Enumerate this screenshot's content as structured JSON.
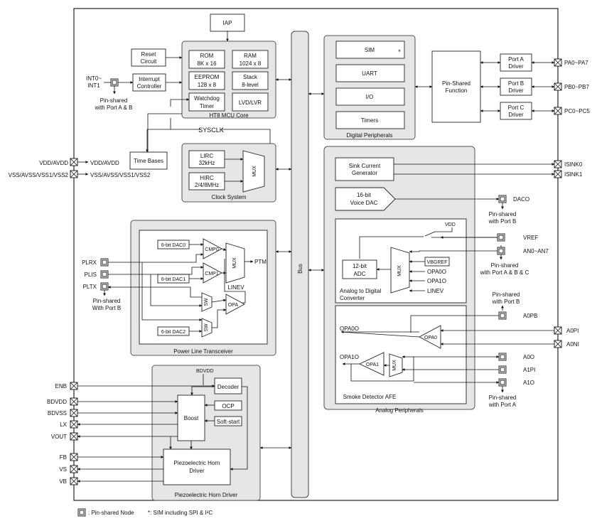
{
  "core": {
    "iap": "IAP",
    "rom": [
      "ROM",
      "8K x 16"
    ],
    "ram": [
      "RAM",
      "1024 x 8"
    ],
    "eeprom": [
      "EEPROM",
      "128 x 8"
    ],
    "stack": [
      "Stack",
      "8-level"
    ],
    "watchdog": [
      "Watchdog",
      "Timer"
    ],
    "lvd": "LVD/LVR",
    "title": "HT8 MCU Core"
  },
  "reset": [
    "Reset",
    "Circuit"
  ],
  "int": {
    "pins": [
      "INT0~",
      "INT1"
    ],
    "controller": [
      "Interrupt",
      "Controller"
    ],
    "note": [
      "Pin-shared",
      "with Port A & B"
    ]
  },
  "sysclk": "SYSCLK",
  "timebases": "Time Bases",
  "clock": {
    "lirc": [
      "LIRC",
      "32kHz"
    ],
    "hirc": [
      "HIRC",
      "2/4/8MHz"
    ],
    "mux": "MUX",
    "title": "Clock System"
  },
  "power": {
    "vdd_pin": "VDD/AVDD",
    "vss_pin": "VSS/AVSS/VSS1/VSS2",
    "vdd_lbl": "VDD/AVDD",
    "vss_lbl": "VSS/AVSS/VSS1/VSS2"
  },
  "bus": "Bus",
  "digital": {
    "sim": "SIM",
    "star": "*",
    "uart": "UART",
    "io": "I/O",
    "timers": "Timers",
    "title": "Digital Peripherals",
    "psf": [
      "Pin-Shared",
      "Function"
    ]
  },
  "ports": {
    "a": [
      "Port A",
      "Driver"
    ],
    "b": [
      "Port B",
      "Driver"
    ],
    "c": [
      "Port C",
      "Driver"
    ],
    "pa": "PA0~PA7",
    "pb": "PB0~PB7",
    "pc": "PC0~PC5"
  },
  "analog": {
    "sink": [
      "Sink Current",
      "Generator"
    ],
    "isink0": "ISINK0",
    "isink1": "ISINK1",
    "dac": [
      "16-bit",
      "Voice DAC"
    ],
    "daco": "DACO",
    "daco_note": [
      "Pin-shared",
      "with Port B"
    ],
    "vdd": "VDD",
    "vref": "VREF",
    "an": "AN0~AN7",
    "an_note": [
      "Pin-shared",
      "with Port A & B & C"
    ],
    "adc": [
      "12-bit",
      "ADC"
    ],
    "mux": "MUX",
    "vbgref": "VBGREF",
    "opa0o": "OPA0O",
    "opa1o": "OPA1O",
    "linev": "LINEV",
    "adc_title": [
      "Analog to Digital",
      "Converter"
    ],
    "a0pb_note": [
      "Pin-shared",
      "with Port B"
    ],
    "a0pb": "A0PB",
    "opa0o_out": "OPA0O",
    "opa0": "OPA0",
    "a0pi": "A0PI",
    "a0ni": "A0NI",
    "opa1o_out": "OPA1O",
    "opa1": "OPA1",
    "mux2": "MUX",
    "a0o": "A0O",
    "a1pi": "A1PI",
    "a1o": "A1O",
    "smoke": "Smoke Detector AFE",
    "porta_note": [
      "Pin-shared",
      "with Port A"
    ],
    "title": "Analog Peripherals"
  },
  "plt": {
    "dac0": "6-bit DAC0",
    "dac1": "6-bit DAC1",
    "dac2": "6-bit DAC2",
    "cmp0": "CMP0",
    "cmp1": "CMP1",
    "mux": "MUX",
    "ptm": "PTM",
    "linev": "LINEV",
    "sw": "SW",
    "opa": "OPA",
    "plrx": "PLRX",
    "plis": "PLIS",
    "pltx": "PLTX",
    "note": [
      "Pin-shared",
      "With Port B"
    ],
    "title": "Power Line Transceiver"
  },
  "piezo": {
    "bdvdd": "BDVDD",
    "decoder": "Decoder",
    "ocp": "OCP",
    "boost": "Boost",
    "softstart": "Soft-start",
    "driver": [
      "Piezoelectric Horn",
      "Driver"
    ],
    "title": "Piezoelectric Horn Driver",
    "pins": [
      "ENB",
      "BDVDD",
      "BDVSS",
      "LX",
      "VOUT",
      "FB",
      "VS",
      "VB"
    ]
  },
  "legend": {
    "pinshared": ": Pin-shared Node",
    "sim": "*: SIM including SPI & I²C"
  }
}
